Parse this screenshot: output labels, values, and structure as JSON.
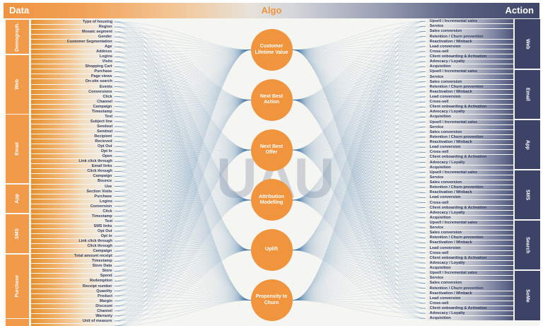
{
  "header": {
    "data_label": "Data",
    "algo_label": "Algo",
    "action_label": "Action"
  },
  "watermark_text": "UAU",
  "colors": {
    "orange_block": "#f09a4a",
    "orange_circle": "#f0943e",
    "navy_block": "#3d4367",
    "curve_blue": "#4b7dad",
    "background": "#f5f5f2",
    "algo_header_text": "#f0953f"
  },
  "data_panel": {
    "groups": [
      {
        "label": "Demograph.",
        "items": [
          "Type of housing",
          "Region",
          "Mosaic segment",
          "Gender",
          "Customer Segmentation",
          "Age",
          "Address"
        ]
      },
      {
        "label": "Web",
        "items": [
          "Logins",
          "Visits",
          "Shopping Cart",
          "Purchase",
          "Page views",
          "On-site search",
          "Events",
          "Conversions",
          "Click",
          "Channel",
          "Campaign",
          "Timestamp"
        ]
      },
      {
        "label": "Email",
        "items": [
          "Text",
          "Subject line",
          "Sendout",
          "Sendout",
          "Recipient",
          "Recieved",
          "Opt Out",
          "Opt In",
          "Open",
          "Link click through",
          "Email links",
          "Click through",
          "Campaign",
          "Bounce"
        ]
      },
      {
        "label": "App",
        "items": [
          "Use",
          "Section Visits",
          "Purchase",
          "Logins",
          "Conversion",
          "Click"
        ]
      },
      {
        "label": "SMS",
        "items": [
          "Timestamp",
          "Text",
          "SMS links",
          "Opt Out",
          "Opt in",
          "Link click through",
          "Click through",
          "Campaign"
        ]
      },
      {
        "label": "Purchase",
        "items": [
          "Total amount receipt",
          "Timestamp",
          "Store Data",
          "Store",
          "Spend",
          "Redemption",
          "Receipt number",
          "Quantity",
          "Product",
          "Margin",
          "Discount",
          "Channel",
          "Warranty"
        ]
      },
      {
        "label": "",
        "items": [
          "Unit of measure",
          ""
        ]
      }
    ]
  },
  "algo_nodes": [
    "Customer Lifetime Value",
    "Next Best Action",
    "Next Best Offer",
    "Attribution Modelling",
    "Uplift",
    "Propensity to Churn"
  ],
  "action_panel": {
    "groups": [
      "Web",
      "Email",
      "App",
      "SMS",
      "Search",
      "SoMe"
    ],
    "items_per_group": [
      "Upsell / Incremental sales",
      "Service",
      "Sales conversion",
      "Retention / Churn prevention",
      "Reactivation / Winback",
      "Lead conversion",
      "Cross-sell",
      "Client onboarding & Activation",
      "Advocacy / Loyalty",
      "Acquisition"
    ]
  }
}
